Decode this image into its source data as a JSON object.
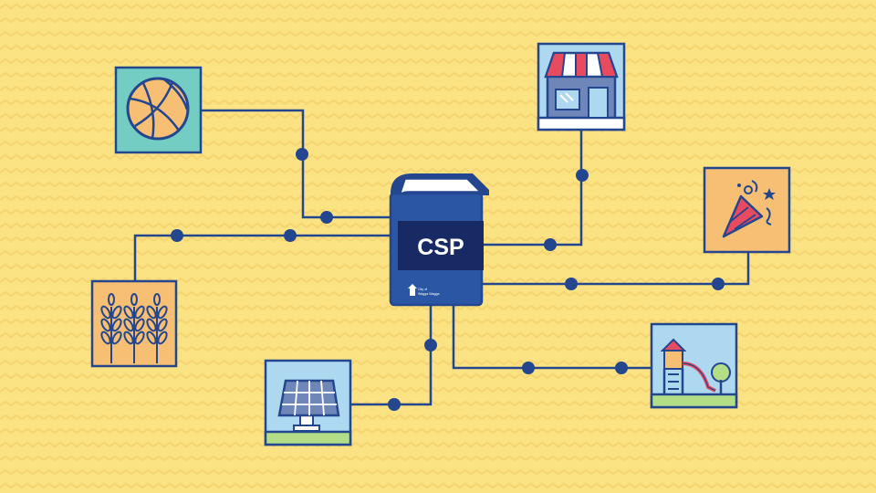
{
  "background_color": "#fbe384",
  "line_color": "#23468f",
  "book": {
    "label": "CSP",
    "cover_color": "#2a56a4",
    "label_bg": "#182a63",
    "logo_line1": "City of",
    "logo_line2": "Wagga Wagga"
  },
  "nodes": [
    {
      "name": "basketball",
      "icon": "basketball-icon",
      "bg": "#74cdc3"
    },
    {
      "name": "shop",
      "icon": "shop-icon",
      "bg": "#add8ef"
    },
    {
      "name": "party",
      "icon": "party-popper-icon",
      "bg": "#f6bf73"
    },
    {
      "name": "wheat",
      "icon": "wheat-icon",
      "bg": "#f6bf73"
    },
    {
      "name": "solar",
      "icon": "solar-panel-icon",
      "bg": "#add8ef"
    },
    {
      "name": "playground",
      "icon": "playground-icon",
      "bg": "#add8ef"
    }
  ]
}
